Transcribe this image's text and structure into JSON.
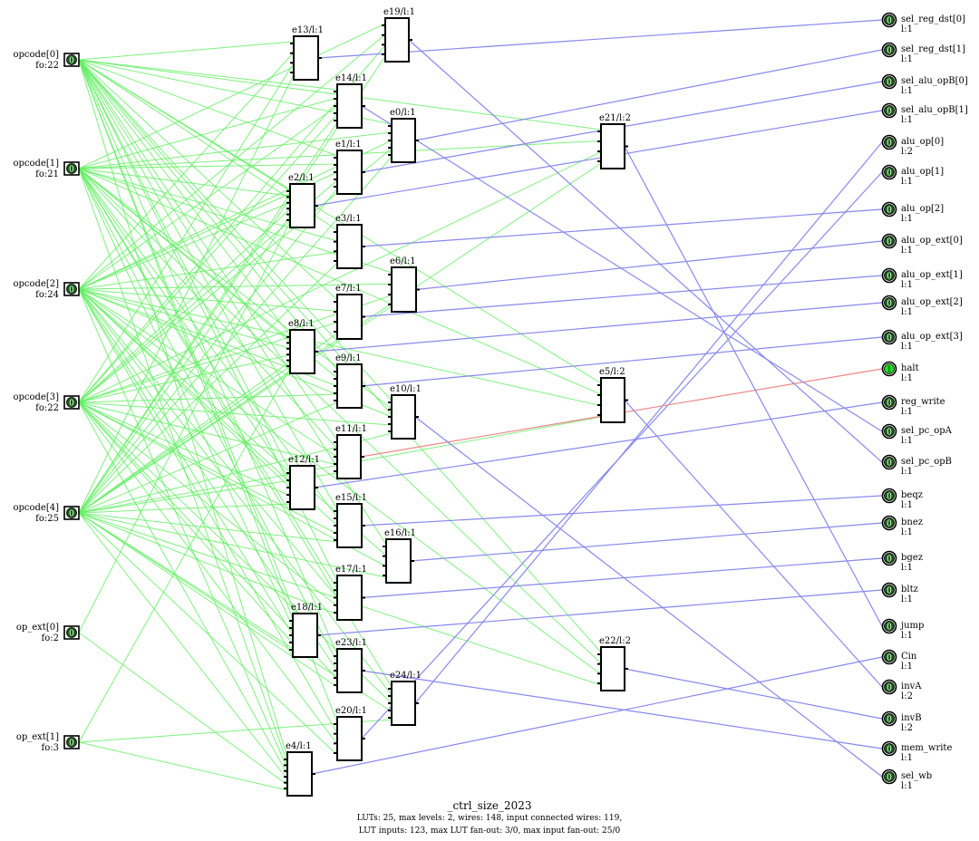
{
  "colors": {
    "input_wire": "#66ee66",
    "output_wire": "#8888ee",
    "active_wire": "#ee8888",
    "active_port": "#22dd22",
    "port_ring": "#1a5a1a"
  },
  "inputs": [
    {
      "id": "opcode0",
      "name": "opcode[0]",
      "fo": "fo:22",
      "value": "0"
    },
    {
      "id": "opcode1",
      "name": "opcode[1]",
      "fo": "fo:21",
      "value": "0"
    },
    {
      "id": "opcode2",
      "name": "opcode[2]",
      "fo": "fo:24",
      "value": "0"
    },
    {
      "id": "opcode3",
      "name": "opcode[3]",
      "fo": "fo:22",
      "value": "0"
    },
    {
      "id": "opcode4",
      "name": "opcode[4]",
      "fo": "fo:25",
      "value": "0"
    },
    {
      "id": "opext0",
      "name": "op_ext[0]",
      "fo": "fo:2",
      "value": "0"
    },
    {
      "id": "opext1",
      "name": "op_ext[1]",
      "fo": "fo:3",
      "value": "0"
    }
  ],
  "luts": [
    {
      "id": "e13",
      "label": "e13/l:1"
    },
    {
      "id": "e19",
      "label": "e19/l:1"
    },
    {
      "id": "e14",
      "label": "e14/l:1"
    },
    {
      "id": "e0",
      "label": "e0/l:1"
    },
    {
      "id": "e1",
      "label": "e1/l:1"
    },
    {
      "id": "e2",
      "label": "e2/l:1"
    },
    {
      "id": "e3",
      "label": "e3/l:1"
    },
    {
      "id": "e6",
      "label": "e6/l:1"
    },
    {
      "id": "e7",
      "label": "e7/l:1"
    },
    {
      "id": "e8",
      "label": "e8/l:1"
    },
    {
      "id": "e9",
      "label": "e9/l:1"
    },
    {
      "id": "e10",
      "label": "e10/l:1"
    },
    {
      "id": "e11",
      "label": "e11/l:1"
    },
    {
      "id": "e12",
      "label": "e12/l:1"
    },
    {
      "id": "e15",
      "label": "e15/l:1"
    },
    {
      "id": "e16",
      "label": "e16/l:1"
    },
    {
      "id": "e17",
      "label": "e17/l:1"
    },
    {
      "id": "e18",
      "label": "e18/l:1"
    },
    {
      "id": "e23",
      "label": "e23/l:1"
    },
    {
      "id": "e24",
      "label": "e24/l:1"
    },
    {
      "id": "e20",
      "label": "e20/l:1"
    },
    {
      "id": "e4",
      "label": "e4/l:1"
    },
    {
      "id": "e21",
      "label": "e21/l:2"
    },
    {
      "id": "e5",
      "label": "e5/l:2"
    },
    {
      "id": "e22",
      "label": "e22/l:2"
    }
  ],
  "outputs": [
    {
      "id": "sel_reg_dst0",
      "name": "sel_reg_dst[0]",
      "level": "l:1",
      "value": "0",
      "src": "e13"
    },
    {
      "id": "sel_reg_dst1",
      "name": "sel_reg_dst[1]",
      "level": "l:1",
      "value": "0",
      "src": "e0"
    },
    {
      "id": "sel_alu_opB0",
      "name": "sel_alu_opB[0]",
      "level": "l:1",
      "value": "0",
      "src": "e1"
    },
    {
      "id": "sel_alu_opB1",
      "name": "sel_alu_opB[1]",
      "level": "l:1",
      "value": "0",
      "src": "e2"
    },
    {
      "id": "alu_op0",
      "name": "alu_op[0]",
      "level": "l:2",
      "value": "0",
      "src": "e24"
    },
    {
      "id": "alu_op1",
      "name": "alu_op[1]",
      "level": "l:1",
      "value": "0",
      "src": "e20"
    },
    {
      "id": "alu_op2",
      "name": "alu_op[2]",
      "level": "l:1",
      "value": "0",
      "src": "e3"
    },
    {
      "id": "alu_op_ext0",
      "name": "alu_op_ext[0]",
      "level": "l:1",
      "value": "0",
      "src": "e6"
    },
    {
      "id": "alu_op_ext1",
      "name": "alu_op_ext[1]",
      "level": "l:1",
      "value": "0",
      "src": "e7"
    },
    {
      "id": "alu_op_ext2",
      "name": "alu_op_ext[2]",
      "level": "l:1",
      "value": "0",
      "src": "e8"
    },
    {
      "id": "alu_op_ext3",
      "name": "alu_op_ext[3]",
      "level": "l:1",
      "value": "0",
      "src": "e9"
    },
    {
      "id": "halt",
      "name": "halt",
      "level": "l:1",
      "value": "1",
      "src": "e11",
      "active": true
    },
    {
      "id": "reg_write",
      "name": "reg_write",
      "level": "l:1",
      "value": "0",
      "src": "e12"
    },
    {
      "id": "sel_pc_opA",
      "name": "sel_pc_opA",
      "level": "l:1",
      "value": "0",
      "src": "e14"
    },
    {
      "id": "sel_pc_opB",
      "name": "sel_pc_opB",
      "level": "l:1",
      "value": "0",
      "src": "e19"
    },
    {
      "id": "beqz",
      "name": "beqz",
      "level": "l:1",
      "value": "0",
      "src": "e15"
    },
    {
      "id": "bnez",
      "name": "bnez",
      "level": "l:1",
      "value": "0",
      "src": "e16"
    },
    {
      "id": "bgez",
      "name": "bgez",
      "level": "l:1",
      "value": "0",
      "src": "e17"
    },
    {
      "id": "bltz",
      "name": "bltz",
      "level": "l:1",
      "value": "0",
      "src": "e18"
    },
    {
      "id": "jump",
      "name": "jump",
      "level": "l:1",
      "value": "0",
      "src": "e21"
    },
    {
      "id": "Cin",
      "name": "Cin",
      "level": "l:1",
      "value": "0",
      "src": "e4"
    },
    {
      "id": "invA",
      "name": "invA",
      "level": "l:2",
      "value": "0",
      "src": "e5"
    },
    {
      "id": "invB",
      "name": "invB",
      "level": "l:2",
      "value": "0",
      "src": "e22"
    },
    {
      "id": "mem_write",
      "name": "mem_write",
      "level": "l:1",
      "value": "0",
      "src": "e23"
    },
    {
      "id": "sel_wb",
      "name": "sel_wb",
      "level": "l:1",
      "value": "0",
      "src": "e10"
    }
  ],
  "edges": [
    [
      "opcode0",
      "e13"
    ],
    [
      "opcode0",
      "e14"
    ],
    [
      "opcode0",
      "e0"
    ],
    [
      "opcode0",
      "e1"
    ],
    [
      "opcode0",
      "e2"
    ],
    [
      "opcode0",
      "e3"
    ],
    [
      "opcode0",
      "e7"
    ],
    [
      "opcode0",
      "e8"
    ],
    [
      "opcode0",
      "e9"
    ],
    [
      "opcode0",
      "e11"
    ],
    [
      "opcode0",
      "e12"
    ],
    [
      "opcode0",
      "e15"
    ],
    [
      "opcode0",
      "e16"
    ],
    [
      "opcode0",
      "e17"
    ],
    [
      "opcode0",
      "e18"
    ],
    [
      "opcode0",
      "e23"
    ],
    [
      "opcode0",
      "e20"
    ],
    [
      "opcode0",
      "e4"
    ],
    [
      "opcode0",
      "e21"
    ],
    [
      "opcode0",
      "e5"
    ],
    [
      "opcode0",
      "e22"
    ],
    [
      "opcode0",
      "e10"
    ],
    [
      "opcode1",
      "e19"
    ],
    [
      "opcode1",
      "e14"
    ],
    [
      "opcode1",
      "e0"
    ],
    [
      "opcode1",
      "e1"
    ],
    [
      "opcode1",
      "e2"
    ],
    [
      "opcode1",
      "e3"
    ],
    [
      "opcode1",
      "e8"
    ],
    [
      "opcode1",
      "e9"
    ],
    [
      "opcode1",
      "e11"
    ],
    [
      "opcode1",
      "e12"
    ],
    [
      "opcode1",
      "e15"
    ],
    [
      "opcode1",
      "e17"
    ],
    [
      "opcode1",
      "e18"
    ],
    [
      "opcode1",
      "e23"
    ],
    [
      "opcode1",
      "e24"
    ],
    [
      "opcode1",
      "e4"
    ],
    [
      "opcode1",
      "e21"
    ],
    [
      "opcode1",
      "e5"
    ],
    [
      "opcode1",
      "e6"
    ],
    [
      "opcode1",
      "e10"
    ],
    [
      "opcode1",
      "e22"
    ],
    [
      "opcode2",
      "e13"
    ],
    [
      "opcode2",
      "e19"
    ],
    [
      "opcode2",
      "e14"
    ],
    [
      "opcode2",
      "e0"
    ],
    [
      "opcode2",
      "e1"
    ],
    [
      "opcode2",
      "e2"
    ],
    [
      "opcode2",
      "e3"
    ],
    [
      "opcode2",
      "e6"
    ],
    [
      "opcode2",
      "e7"
    ],
    [
      "opcode2",
      "e8"
    ],
    [
      "opcode2",
      "e9"
    ],
    [
      "opcode2",
      "e10"
    ],
    [
      "opcode2",
      "e11"
    ],
    [
      "opcode2",
      "e12"
    ],
    [
      "opcode2",
      "e15"
    ],
    [
      "opcode2",
      "e16"
    ],
    [
      "opcode2",
      "e17"
    ],
    [
      "opcode2",
      "e18"
    ],
    [
      "opcode2",
      "e23"
    ],
    [
      "opcode2",
      "e24"
    ],
    [
      "opcode2",
      "e20"
    ],
    [
      "opcode2",
      "e4"
    ],
    [
      "opcode2",
      "e5"
    ],
    [
      "opcode2",
      "e22"
    ],
    [
      "opcode3",
      "e13"
    ],
    [
      "opcode3",
      "e19"
    ],
    [
      "opcode3",
      "e14"
    ],
    [
      "opcode3",
      "e0"
    ],
    [
      "opcode3",
      "e1"
    ],
    [
      "opcode3",
      "e2"
    ],
    [
      "opcode3",
      "e6"
    ],
    [
      "opcode3",
      "e7"
    ],
    [
      "opcode3",
      "e8"
    ],
    [
      "opcode3",
      "e9"
    ],
    [
      "opcode3",
      "e10"
    ],
    [
      "opcode3",
      "e11"
    ],
    [
      "opcode3",
      "e12"
    ],
    [
      "opcode3",
      "e15"
    ],
    [
      "opcode3",
      "e16"
    ],
    [
      "opcode3",
      "e17"
    ],
    [
      "opcode3",
      "e18"
    ],
    [
      "opcode3",
      "e23"
    ],
    [
      "opcode3",
      "e24"
    ],
    [
      "opcode3",
      "e20"
    ],
    [
      "opcode3",
      "e4"
    ],
    [
      "opcode3",
      "e21"
    ],
    [
      "opcode4",
      "e13"
    ],
    [
      "opcode4",
      "e19"
    ],
    [
      "opcode4",
      "e14"
    ],
    [
      "opcode4",
      "e0"
    ],
    [
      "opcode4",
      "e1"
    ],
    [
      "opcode4",
      "e2"
    ],
    [
      "opcode4",
      "e3"
    ],
    [
      "opcode4",
      "e6"
    ],
    [
      "opcode4",
      "e7"
    ],
    [
      "opcode4",
      "e8"
    ],
    [
      "opcode4",
      "e9"
    ],
    [
      "opcode4",
      "e10"
    ],
    [
      "opcode4",
      "e11"
    ],
    [
      "opcode4",
      "e12"
    ],
    [
      "opcode4",
      "e15"
    ],
    [
      "opcode4",
      "e16"
    ],
    [
      "opcode4",
      "e17"
    ],
    [
      "opcode4",
      "e18"
    ],
    [
      "opcode4",
      "e23"
    ],
    [
      "opcode4",
      "e24"
    ],
    [
      "opcode4",
      "e20"
    ],
    [
      "opcode4",
      "e4"
    ],
    [
      "opcode4",
      "e21"
    ],
    [
      "opcode4",
      "e22"
    ],
    [
      "opcode4",
      "e5"
    ],
    [
      "opext0",
      "e2"
    ],
    [
      "opext0",
      "e4"
    ],
    [
      "opext1",
      "e8"
    ],
    [
      "opext1",
      "e4"
    ],
    [
      "opext1",
      "e24"
    ]
  ],
  "caption": {
    "title": "_ctrl_size_2023",
    "line1": "LUTs: 25, max levels: 2, wires: 148, input connected wires: 119,",
    "line2": "LUT inputs: 123, max  LUT fan-out: 3/0, max input fan-out: 25/0"
  }
}
